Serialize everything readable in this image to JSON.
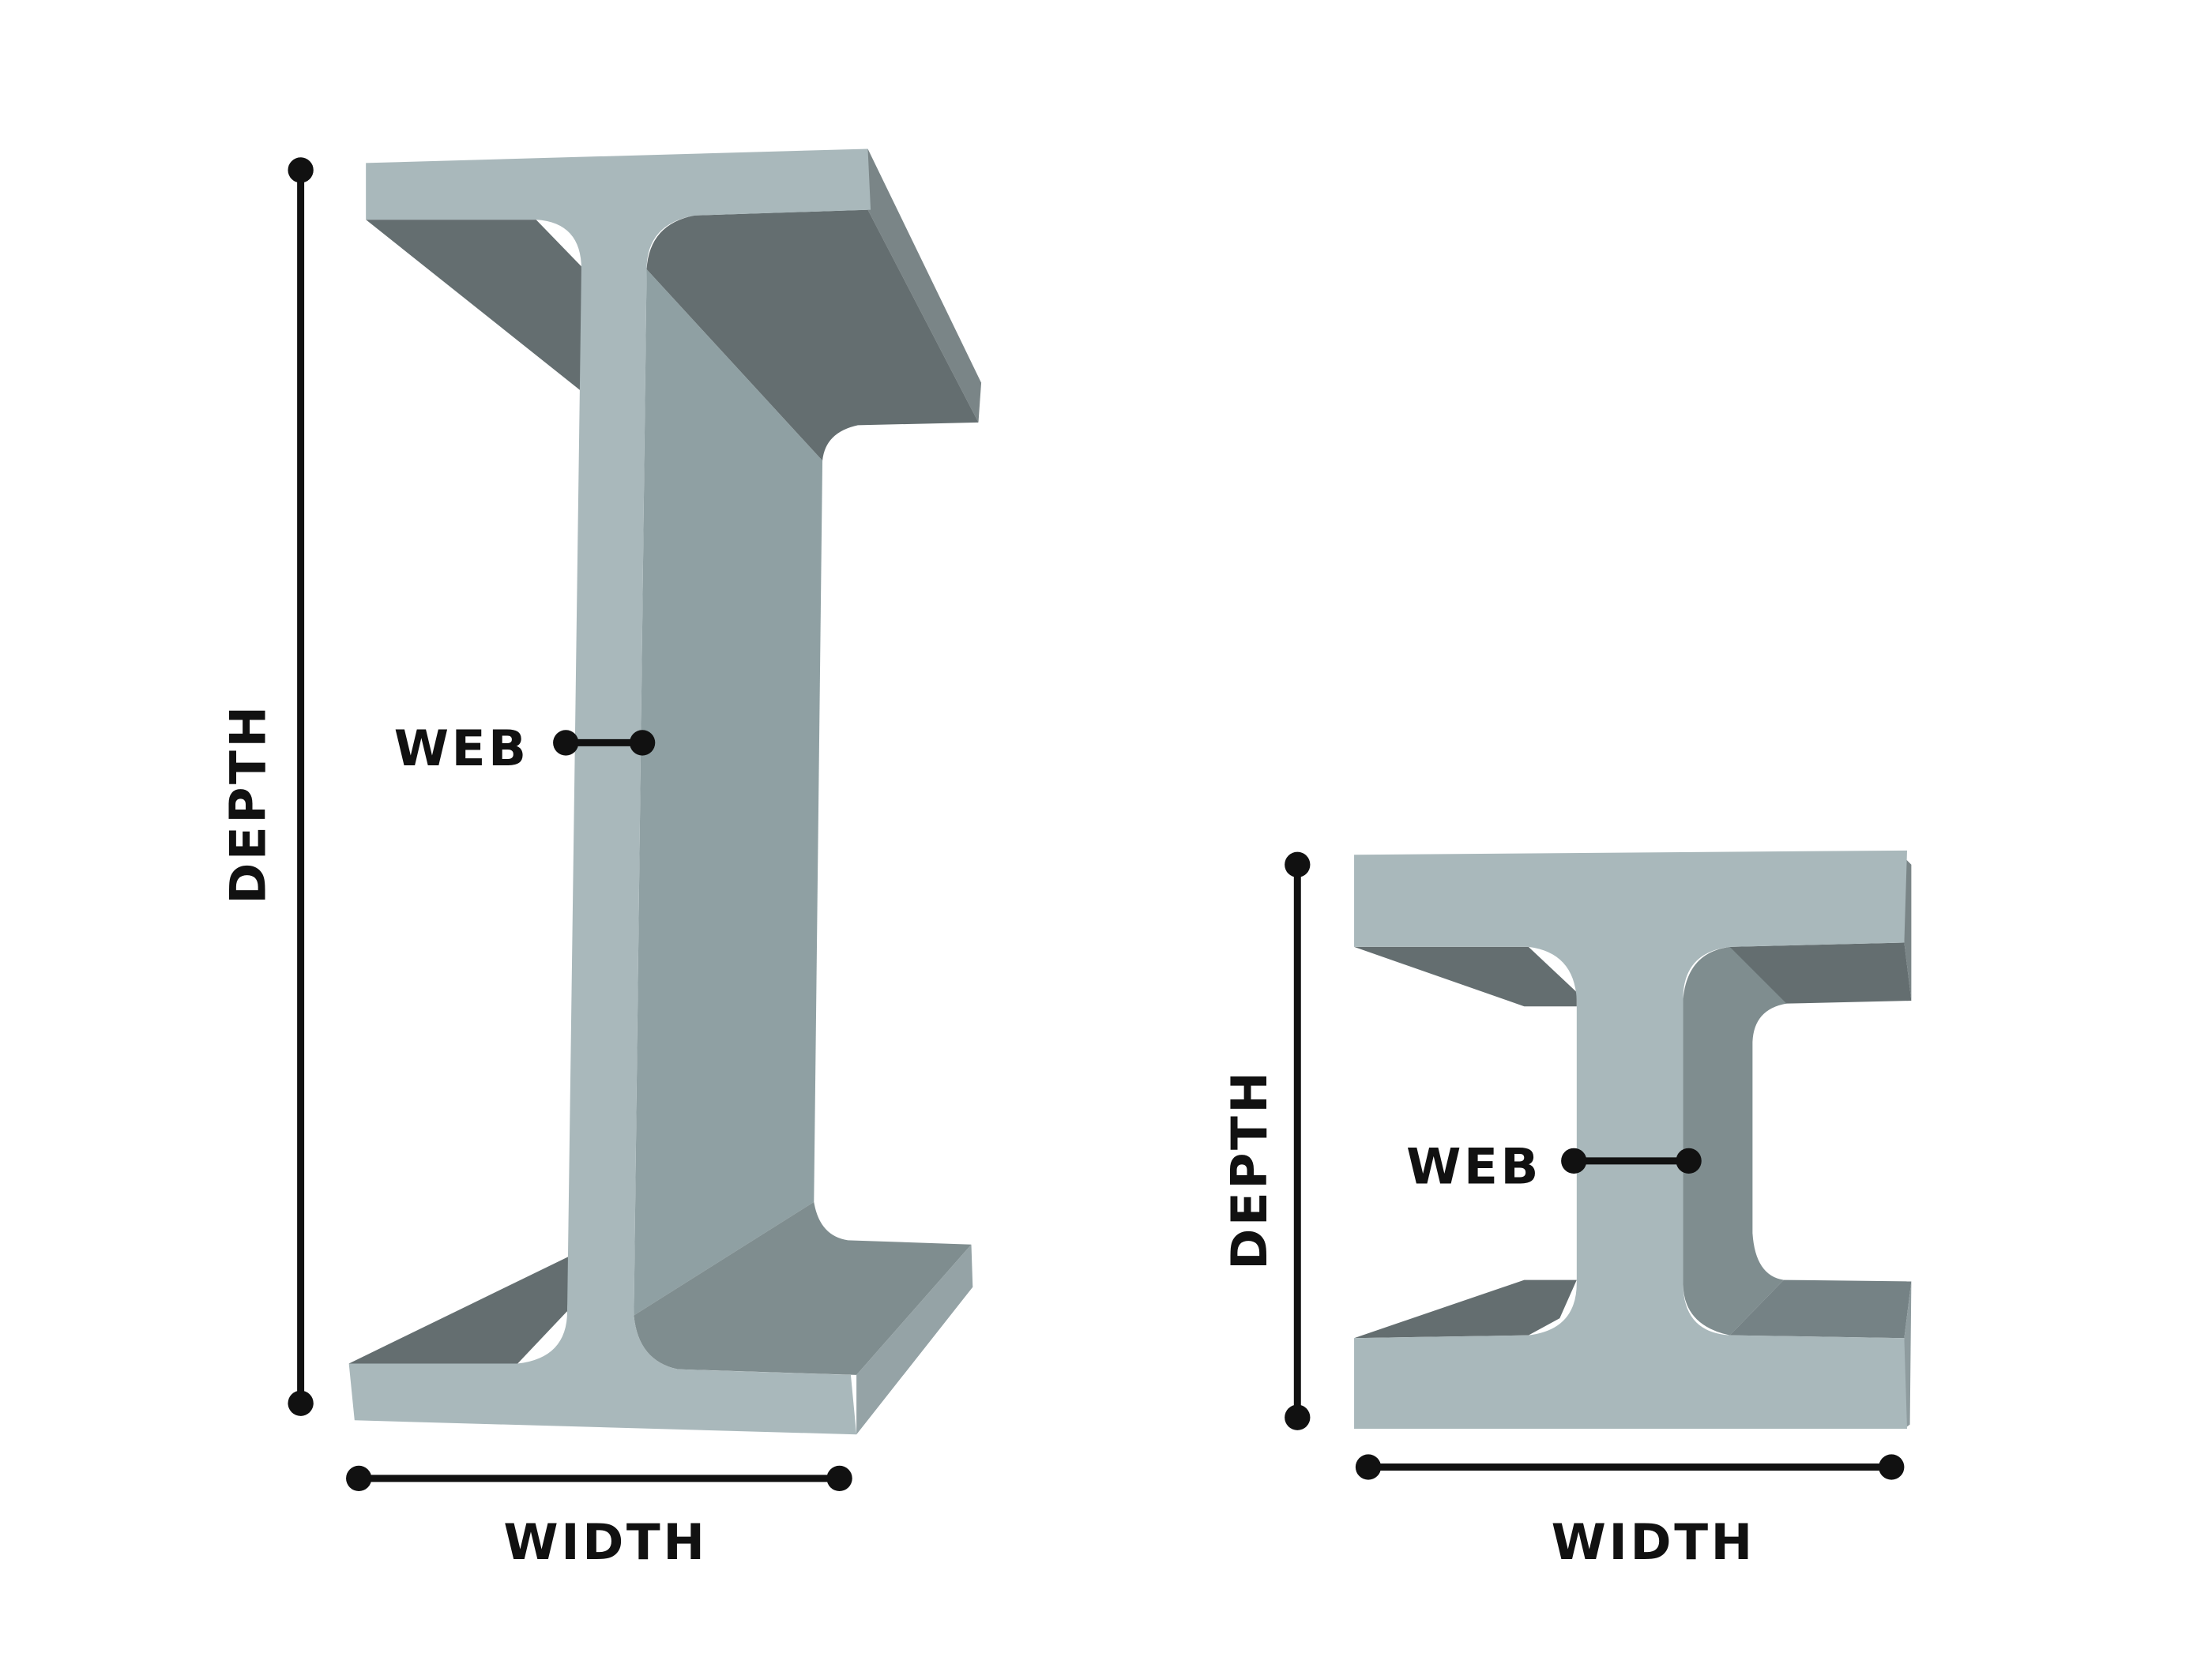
{
  "colors": {
    "front_face": "#a9b8bb",
    "shadow_face": "#646e70",
    "web_back_face": "#8fa0a3",
    "flange_top": "#7f8d8f",
    "dimension_line": "#111111"
  },
  "beams": [
    {
      "id": "tall-beam",
      "labels": {
        "depth": "DEPTH",
        "width": "WIDTH",
        "web": "WEB"
      }
    },
    {
      "id": "short-beam",
      "labels": {
        "depth": "DEPTH",
        "width": "WIDTH",
        "web": "WEB"
      }
    }
  ]
}
